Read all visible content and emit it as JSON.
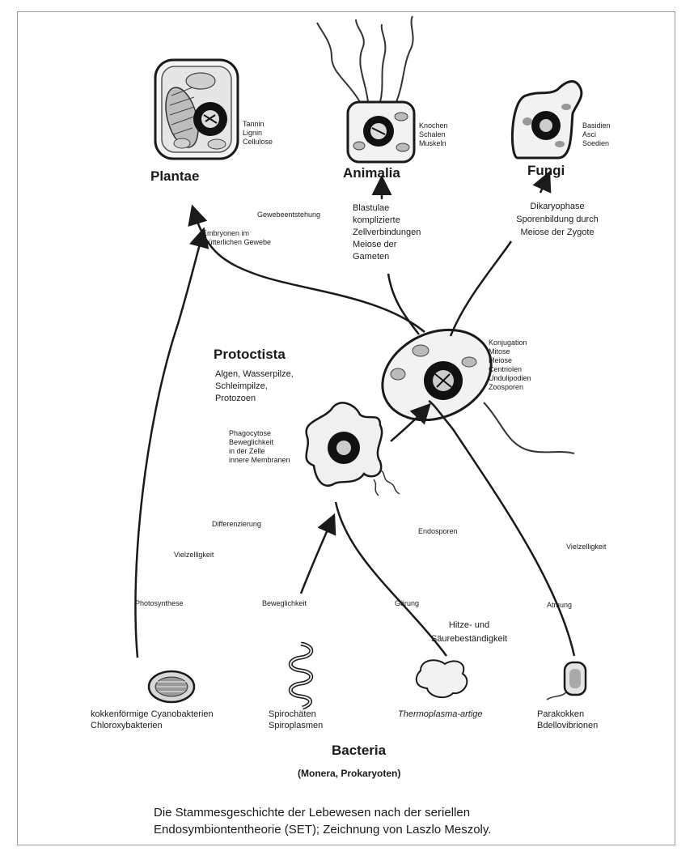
{
  "kingdoms": {
    "plantae": "Plantae",
    "animalia": "Animalia",
    "fungi": "Fungi",
    "protoctista": "Protoctista",
    "bacteria": "Bacteria",
    "bacteria_sub": "(Monera, Prokaryoten)"
  },
  "cell_labels": {
    "plantae": "Tannin\nLignin\nCellulose",
    "animalia": "Knochen\nSchalen\nMuskeln",
    "fungi": "Basidien\nAsci\nSoedien",
    "protoctista_cell": "Konjugation\nMitose\nMeiose\nCentriolen\nUndulipodien\nZoosporen"
  },
  "traits": {
    "gewebe": "Gewebeentstehung",
    "embryonen": "Embryonen im\nmütterlichen Gewebe",
    "blastulae": "Blastulae\nkomplizierte\nZellverbindungen\nMeiose der\nGameten",
    "dikaryo": "Dikaryophase\nSporenbildung durch\nMeiose der Zygote",
    "protoctista_members": "Algen, Wasserpilze,\nSchleimpilze,\nProtozoen",
    "phagocytose": "Phagocytose\nBeweglichkeit\nin der Zelle\ninnere Membranen",
    "differenzierung": "Differenzierung",
    "vielzelligkeit_left": "Vielzelligkeit",
    "endosporen": "Endosporen",
    "vielzelligkeit_right": "Vielzelligkeit",
    "photosynthese": "Photosynthese",
    "beweglichkeit": "Beweglichkeit",
    "gaerung": "Gärung",
    "atmung": "Atmung",
    "hitze": "Hitze- und\nSäurebeständigkeit"
  },
  "bacteria_groups": {
    "cyano": "kokkenförmige Cyanobakterien\nChloroxybakterien",
    "spiro": "Spirochäten\nSpiroplasmen",
    "thermo": "Thermoplasma-artige",
    "para": "Parakokken\nBdellovibrionen"
  },
  "caption": "Die Stammesgeschichte der Lebewesen nach der seriellen\nEndosymbiontentheorie (SET); Zeichnung von Laszlo Meszoly."
}
